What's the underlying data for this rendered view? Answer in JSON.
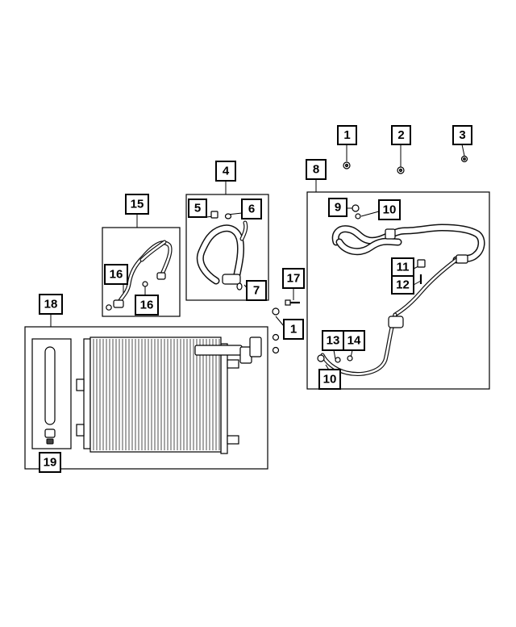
{
  "diagram": {
    "callouts": [
      {
        "id": "c1a",
        "label": "1"
      },
      {
        "id": "c2",
        "label": "2"
      },
      {
        "id": "c3",
        "label": "3"
      },
      {
        "id": "c4",
        "label": "4"
      },
      {
        "id": "c8",
        "label": "8"
      },
      {
        "id": "c15",
        "label": "15"
      },
      {
        "id": "c5",
        "label": "5"
      },
      {
        "id": "c6",
        "label": "6"
      },
      {
        "id": "c9",
        "label": "9"
      },
      {
        "id": "c10a",
        "label": "10"
      },
      {
        "id": "c11",
        "label": "11"
      },
      {
        "id": "c12",
        "label": "12"
      },
      {
        "id": "c16a",
        "label": "16"
      },
      {
        "id": "c16b",
        "label": "16"
      },
      {
        "id": "c7",
        "label": "7"
      },
      {
        "id": "c17",
        "label": "17"
      },
      {
        "id": "c1b",
        "label": "1"
      },
      {
        "id": "c18",
        "label": "18"
      },
      {
        "id": "c13",
        "label": "13"
      },
      {
        "id": "c14",
        "label": "14"
      },
      {
        "id": "c10b",
        "label": "10"
      },
      {
        "id": "c19",
        "label": "19"
      }
    ]
  }
}
